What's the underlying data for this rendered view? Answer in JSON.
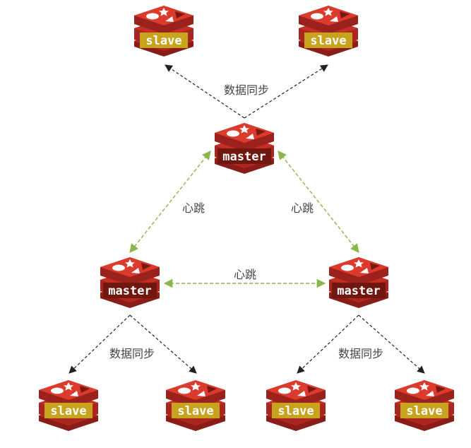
{
  "colors": {
    "redis_top": "#dc3a2c",
    "redis_side": "#a82520",
    "redis_dark": "#8a1d18",
    "master_label_bg": "#701810",
    "master_label_text": "#ffffff",
    "slave_label_bg": "#c8a41e",
    "slave_label_text": "#ffffff",
    "sync_line": "#222222",
    "heartbeat_line": "#8ab64a"
  },
  "nodes": {
    "master_top": {
      "role": "master",
      "label": "master"
    },
    "master_left": {
      "role": "master",
      "label": "master"
    },
    "master_right": {
      "role": "master",
      "label": "master"
    },
    "slave_top_left": {
      "role": "slave",
      "label": "slave"
    },
    "slave_top_right": {
      "role": "slave",
      "label": "slave"
    },
    "slave_bottom_1": {
      "role": "slave",
      "label": "slave"
    },
    "slave_bottom_2": {
      "role": "slave",
      "label": "slave"
    },
    "slave_bottom_3": {
      "role": "slave",
      "label": "slave"
    },
    "slave_bottom_4": {
      "role": "slave",
      "label": "slave"
    }
  },
  "edge_labels": {
    "sync_top": "数据同步",
    "sync_left": "数据同步",
    "sync_right": "数据同步",
    "heartbeat_left": "心跳",
    "heartbeat_right": "心跳",
    "heartbeat_middle": "心跳"
  }
}
